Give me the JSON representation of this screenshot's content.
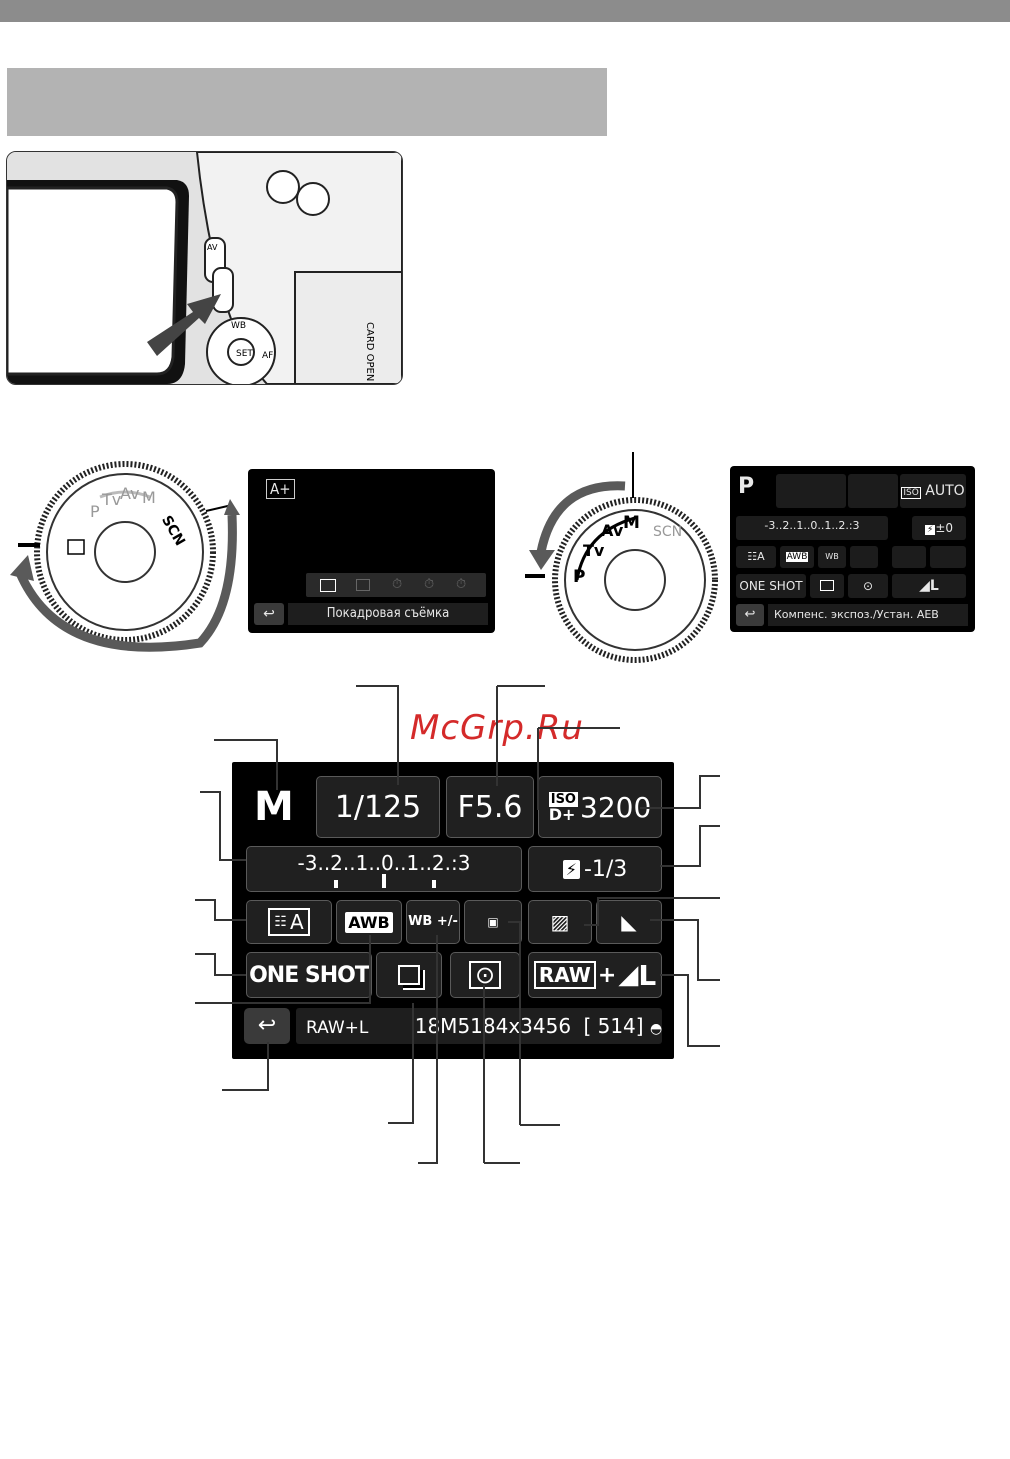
{
  "watermark": "McGrp.Ru",
  "photo": {
    "button_labels": [
      "AV",
      "WB",
      "SET",
      "AF",
      "CARD OPEN"
    ]
  },
  "lcd_drive": {
    "mode_icon": "A+",
    "footer_label": "Покадровая съёмка",
    "drive_icons": [
      "single-shot-icon",
      "continuous-shot-icon",
      "self-timer-10s-icon",
      "self-timer-2s-icon",
      "self-timer-c-icon"
    ]
  },
  "dial_left": {
    "labels": [
      "P",
      "Tv",
      "Av",
      "M",
      "SCN"
    ]
  },
  "dial_right": {
    "labels": [
      "P",
      "Tv",
      "Av",
      "M",
      "SCN"
    ]
  },
  "lcd_p": {
    "mode": "P",
    "iso": "AUTO",
    "iso_label": "ISO",
    "exposure_scale": "-3..2..1..0..1..2.:3",
    "flash_comp": "±0",
    "picture_style": "A",
    "wb": "AWB",
    "af_mode": "ONE SHOT",
    "quality": "L",
    "footer": "Компенс. экспоз./Устан. AEB"
  },
  "qc": {
    "mode": "M",
    "shutter": "1/125",
    "aperture": "F5.6",
    "iso_label": "ISO",
    "iso_sub": "D+",
    "iso_value": "3200",
    "exposure_scale": "-3..2..1..0..1..2.:3",
    "flash_comp": "-1/3",
    "picture_style": "A",
    "wb": "AWB",
    "wb_shift": "WB +/-",
    "af_mode": "ONE SHOT",
    "quality_raw": "RAW",
    "quality_plus": "+",
    "quality_l": "L",
    "status_quality": "RAW+L",
    "status_size": "18M",
    "status_res": "5184x3456",
    "status_shots": "[ 514]"
  },
  "colors": {
    "dial_arrow": "#5a5a5a",
    "lcd_bg": "#000000",
    "cell_border": "#5a5a5a",
    "watermark": "#d42a2a"
  }
}
